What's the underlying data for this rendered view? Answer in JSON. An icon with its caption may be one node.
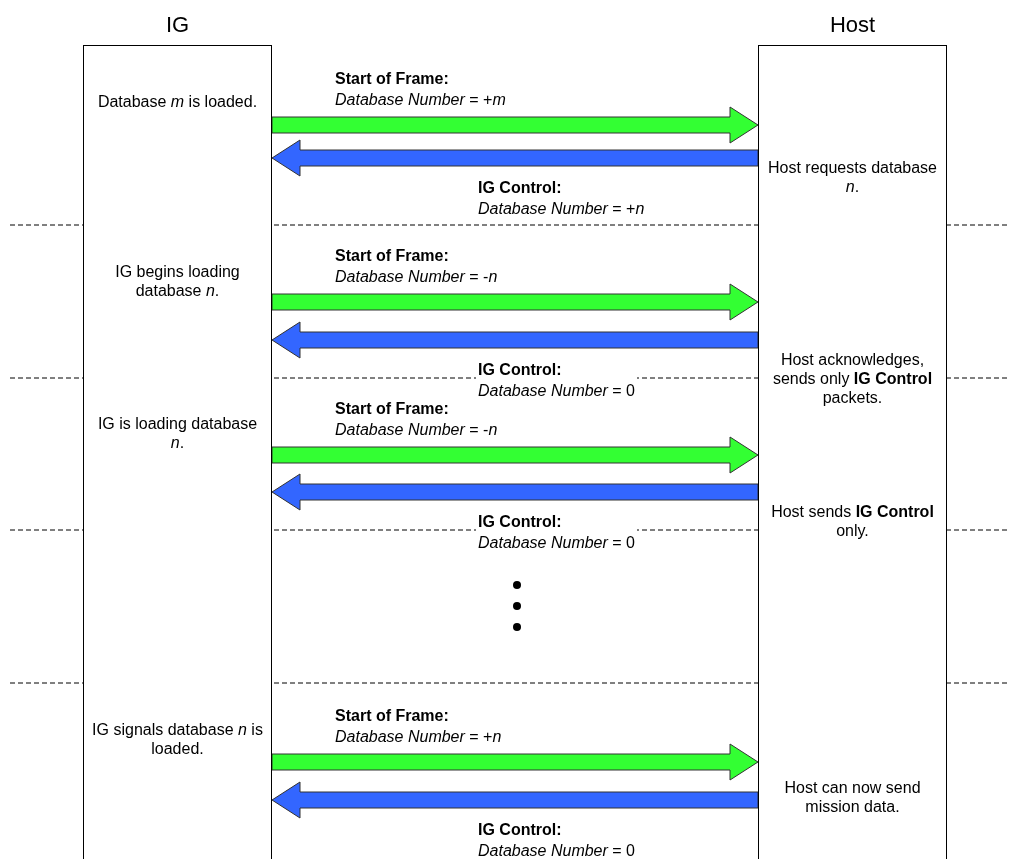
{
  "diagram": {
    "nodes": [
      {
        "text": [
          "IG"
        ]
      },
      {
        "text": [
          "Host"
        ]
      },
      {
        "text": [
          "Database *m* is loaded."
        ],
        "in": 0
      },
      {
        "text": [
          "Host requests database *n*."
        ],
        "in": 1
      },
      {
        "text": [
          "IG begins loading database *n*."
        ],
        "in": 0
      },
      {
        "text": [
          "Host acknowledges, sends only **IG Control** packets."
        ],
        "in": 1
      },
      {
        "text": [
          "IG is loading database *n*."
        ],
        "in": 0
      },
      {
        "text": [
          "Host sends **IG Control** only."
        ],
        "in": 1
      },
      {
        "text": [
          "IG signals database *n* is loaded."
        ],
        "in": 0
      },
      {
        "text": [
          "Host can now send mission data."
        ],
        "in": 1
      }
    ],
    "edges": [
      {
        "from": 0,
        "to": 1,
        "arrow": "to",
        "label": "**Start of Frame:** *Database Number* = +*m*",
        "color": "#33ff33"
      },
      {
        "from": 1,
        "to": 0,
        "arrow": "to",
        "label": "**IG Control:** *Database Number* = +*n*",
        "color": "#3366ff"
      },
      {
        "from": 0,
        "to": 1,
        "arrow": "to",
        "label": "**Start of Frame:** *Database Number* = -*n*",
        "color": "#33ff33"
      },
      {
        "from": 1,
        "to": 0,
        "arrow": "to",
        "label": "**IG Control:** *Database Number* = 0",
        "color": "#3366ff"
      },
      {
        "from": 0,
        "to": 1,
        "arrow": "to",
        "label": "**Start of Frame:** *Database Number* = -*n*",
        "color": "#33ff33"
      },
      {
        "from": 1,
        "to": 0,
        "arrow": "to",
        "label": "**IG Control:** *Database Number* = 0",
        "color": "#3366ff"
      },
      {
        "from": 0,
        "to": 1,
        "arrow": "to",
        "label": "**Start of Frame:** *Database Number* = +*n*",
        "color": "#33ff33"
      },
      {
        "from": 1,
        "to": 0,
        "arrow": "to",
        "label": "**IG Control:** *Database Number* = 0",
        "color": "#3366ff"
      }
    ]
  }
}
